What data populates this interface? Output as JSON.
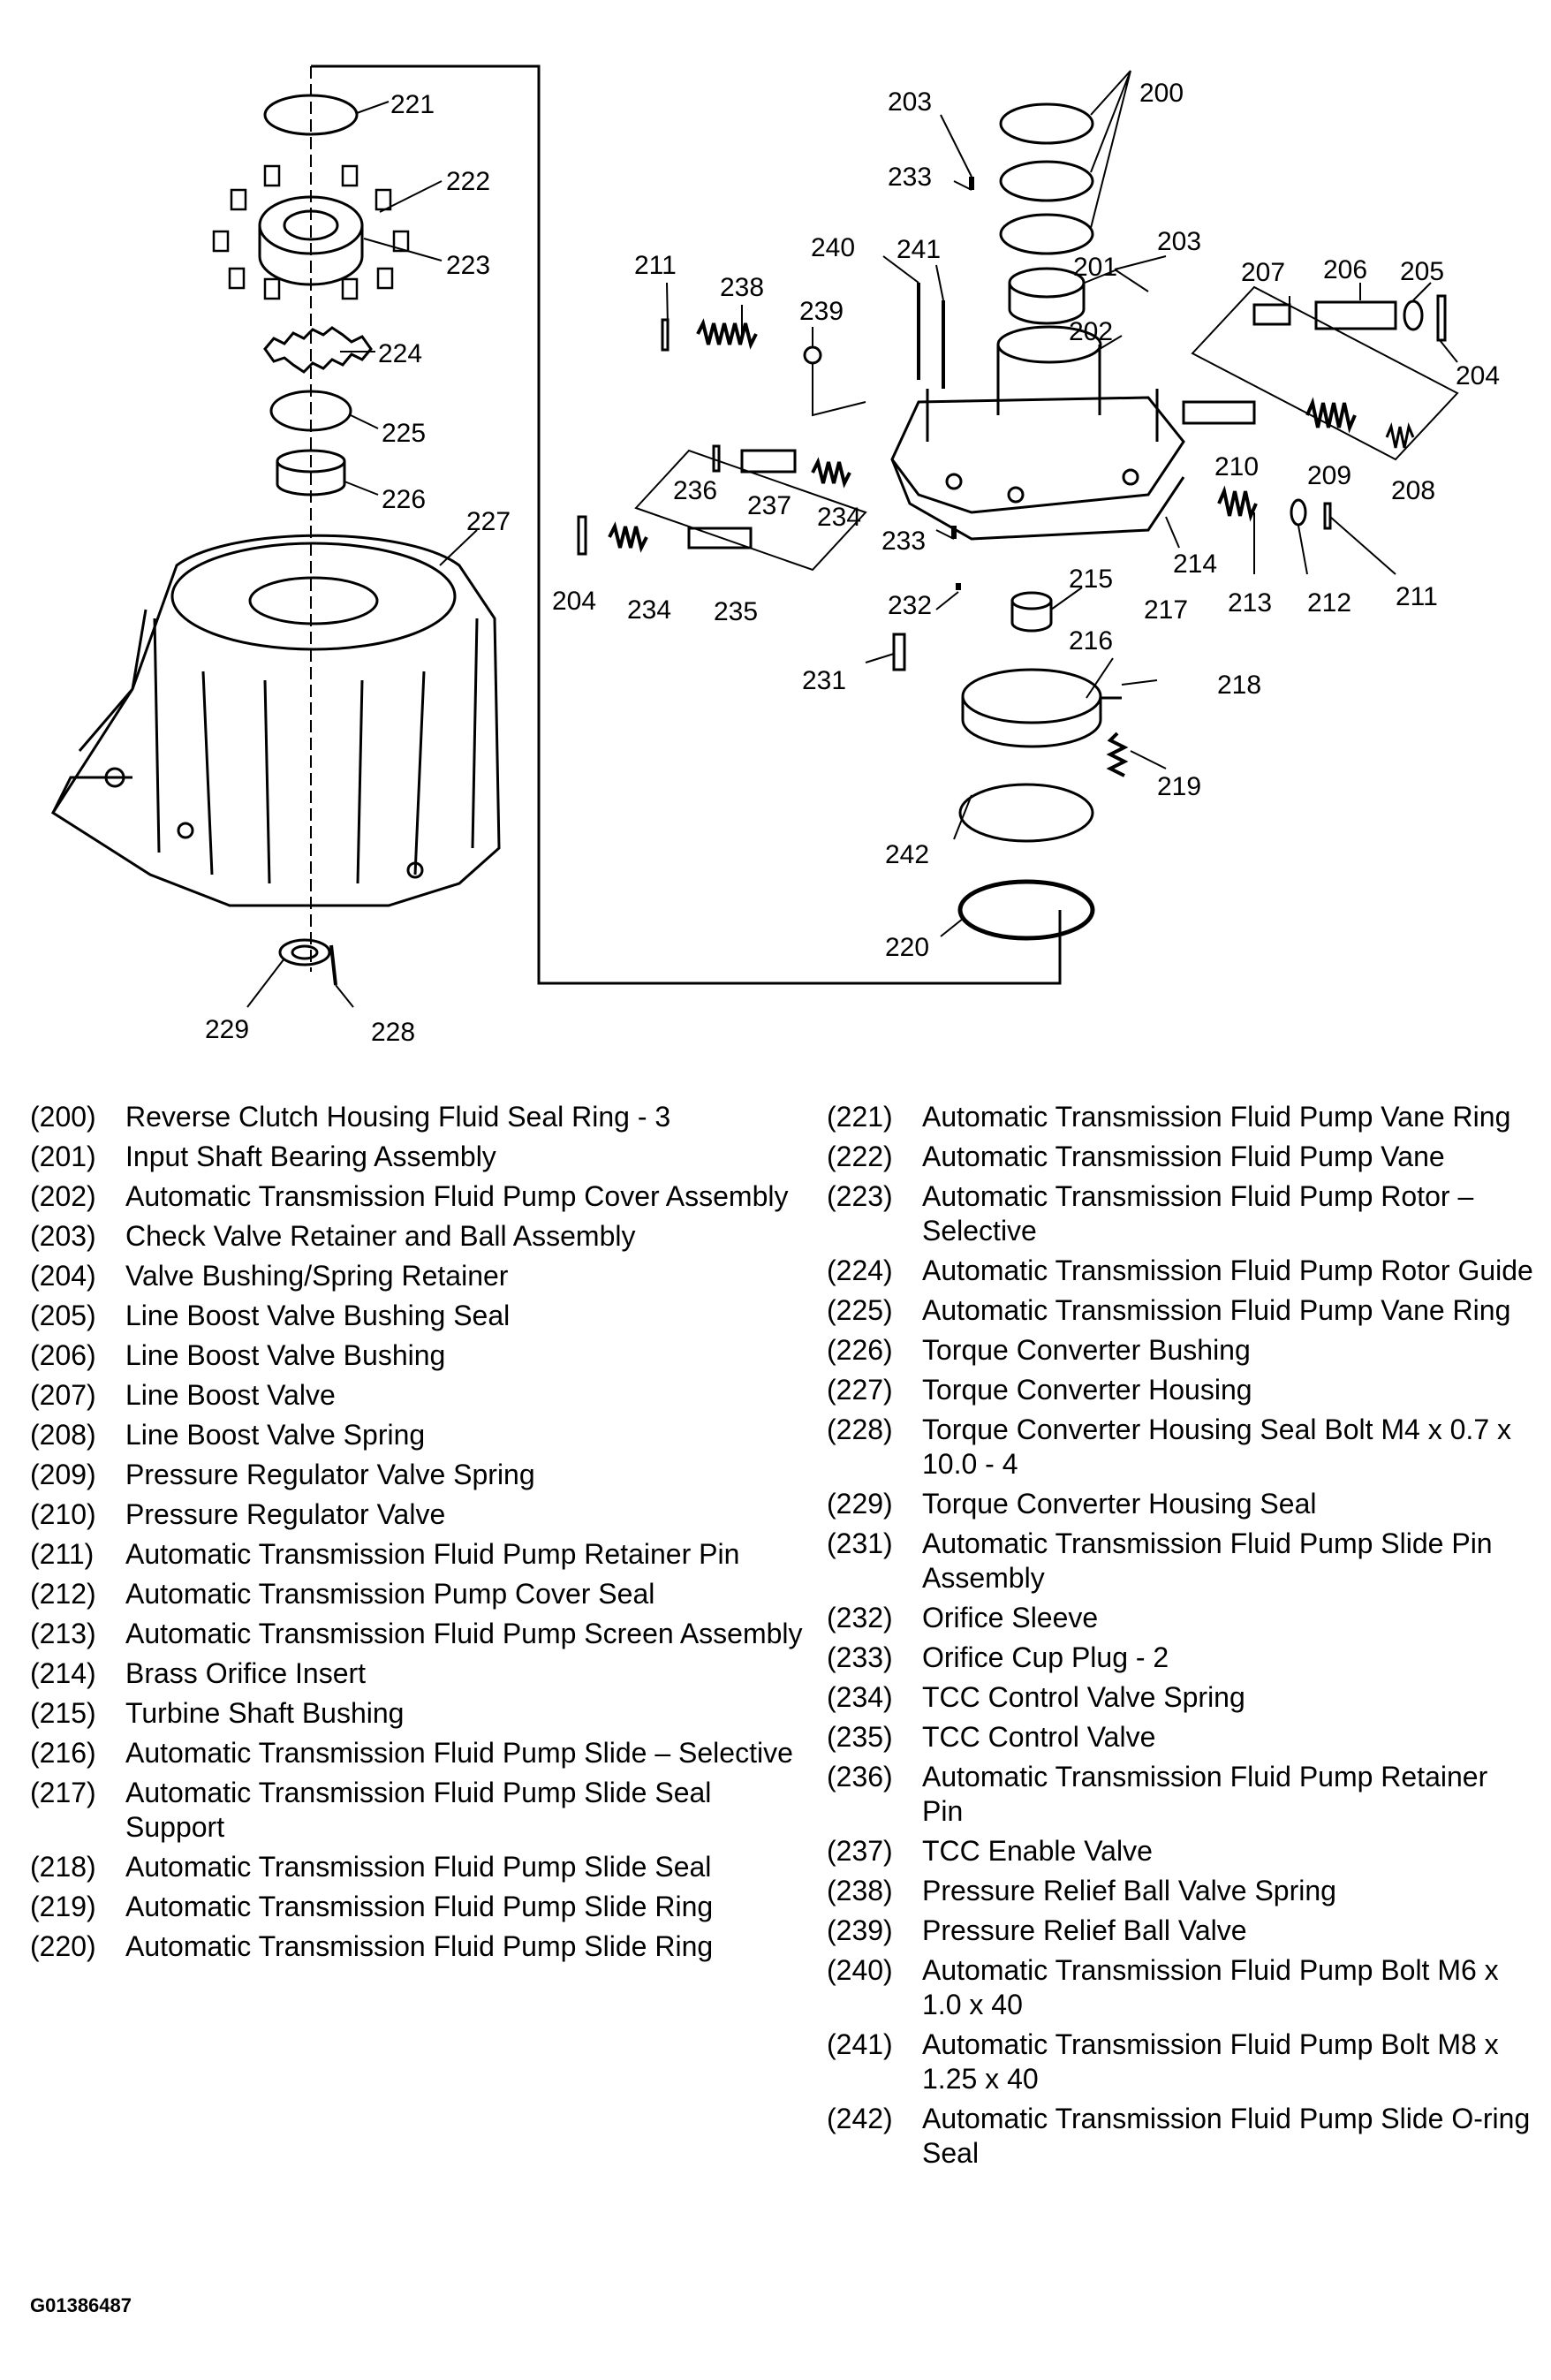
{
  "callouts": {
    "c200": "200",
    "c201": "201",
    "c202": "202",
    "c203a": "203",
    "c203b": "203",
    "c204a": "204",
    "c204b": "204",
    "c205": "205",
    "c206": "206",
    "c207": "207",
    "c208": "208",
    "c209": "209",
    "c210": "210",
    "c211a": "211",
    "c211b": "211",
    "c212": "212",
    "c213": "213",
    "c214": "214",
    "c215": "215",
    "c216": "216",
    "c217": "217",
    "c218": "218",
    "c219": "219",
    "c220": "220",
    "c221": "221",
    "c222": "222",
    "c223": "223",
    "c224": "224",
    "c225": "225",
    "c226": "226",
    "c227": "227",
    "c228": "228",
    "c229": "229",
    "c231": "231",
    "c232": "232",
    "c233a": "233",
    "c233b": "233",
    "c234a": "234",
    "c234b": "234",
    "c235": "235",
    "c236": "236",
    "c237": "237",
    "c238": "238",
    "c239": "239",
    "c240": "240",
    "c241": "241",
    "c242": "242"
  },
  "legend_left": [
    {
      "num": "(200)",
      "desc": "Reverse Clutch Housing Fluid Seal Ring - 3"
    },
    {
      "num": "(201)",
      "desc": "Input Shaft Bearing Assembly"
    },
    {
      "num": "(202)",
      "desc": "Automatic Transmission Fluid Pump Cover Assembly"
    },
    {
      "num": "(203)",
      "desc": "Check Valve Retainer and Ball Assembly"
    },
    {
      "num": "(204)",
      "desc": "Valve Bushing/Spring Retainer"
    },
    {
      "num": "(205)",
      "desc": "Line Boost Valve Bushing Seal"
    },
    {
      "num": "(206)",
      "desc": "Line Boost Valve Bushing"
    },
    {
      "num": "(207)",
      "desc": "Line Boost Valve"
    },
    {
      "num": "(208)",
      "desc": "Line Boost Valve Spring"
    },
    {
      "num": "(209)",
      "desc": "Pressure Regulator Valve Spring"
    },
    {
      "num": "(210)",
      "desc": "Pressure Regulator Valve"
    },
    {
      "num": "(211)",
      "desc": "Automatic Transmission Fluid Pump Retainer Pin"
    },
    {
      "num": "(212)",
      "desc": "Automatic Transmission Pump Cover Seal"
    },
    {
      "num": "(213)",
      "desc": "Automatic Transmission Fluid Pump Screen Assembly"
    },
    {
      "num": "(214)",
      "desc": "Brass Orifice Insert"
    },
    {
      "num": "(215)",
      "desc": "Turbine Shaft Bushing"
    },
    {
      "num": "(216)",
      "desc": "Automatic Transmission Fluid Pump Slide – Selective"
    },
    {
      "num": "(217)",
      "desc": "Automatic Transmission Fluid Pump Slide Seal Support"
    },
    {
      "num": "(218)",
      "desc": "Automatic Transmission Fluid Pump Slide Seal"
    },
    {
      "num": "(219)",
      "desc": "Automatic Transmission Fluid Pump Slide Ring"
    },
    {
      "num": "(220)",
      "desc": "Automatic Transmission Fluid Pump Slide Ring"
    }
  ],
  "legend_right": [
    {
      "num": "(221)",
      "desc": "Automatic Transmission Fluid Pump Vane Ring"
    },
    {
      "num": "(222)",
      "desc": "Automatic Transmission Fluid Pump Vane"
    },
    {
      "num": "(223)",
      "desc": "Automatic Transmission Fluid Pump Rotor – Selective"
    },
    {
      "num": "(224)",
      "desc": "Automatic Transmission Fluid Pump Rotor Guide"
    },
    {
      "num": "(225)",
      "desc": "Automatic Transmission Fluid Pump Vane Ring"
    },
    {
      "num": "(226)",
      "desc": "Torque Converter Bushing"
    },
    {
      "num": "(227)",
      "desc": "Torque Converter Housing"
    },
    {
      "num": "(228)",
      "desc": "Torque Converter Housing Seal Bolt M4 x 0.7 x 10.0 - 4"
    },
    {
      "num": "(229)",
      "desc": "Torque Converter Housing Seal"
    },
    {
      "num": "(231)",
      "desc": "Automatic Transmission Fluid Pump Slide Pin Assembly"
    },
    {
      "num": "(232)",
      "desc": "Orifice Sleeve"
    },
    {
      "num": "(233)",
      "desc": "Orifice Cup Plug - 2"
    },
    {
      "num": "(234)",
      "desc": "TCC Control Valve Spring"
    },
    {
      "num": "(235)",
      "desc": "TCC Control Valve"
    },
    {
      "num": "(236)",
      "desc": "Automatic Transmission Fluid Pump Retainer Pin"
    },
    {
      "num": "(237)",
      "desc": "TCC Enable Valve"
    },
    {
      "num": "(238)",
      "desc": "Pressure Relief Ball Valve Spring"
    },
    {
      "num": "(239)",
      "desc": "Pressure Relief Ball Valve"
    },
    {
      "num": "(240)",
      "desc": "Automatic Transmission Fluid Pump Bolt M6 x 1.0 x 40"
    },
    {
      "num": "(241)",
      "desc": "Automatic Transmission Fluid Pump Bolt M8 x 1.25 x 40"
    },
    {
      "num": "(242)",
      "desc": "Automatic Transmission Fluid Pump Slide O-ring Seal"
    }
  ],
  "figure_id": "G01386487"
}
